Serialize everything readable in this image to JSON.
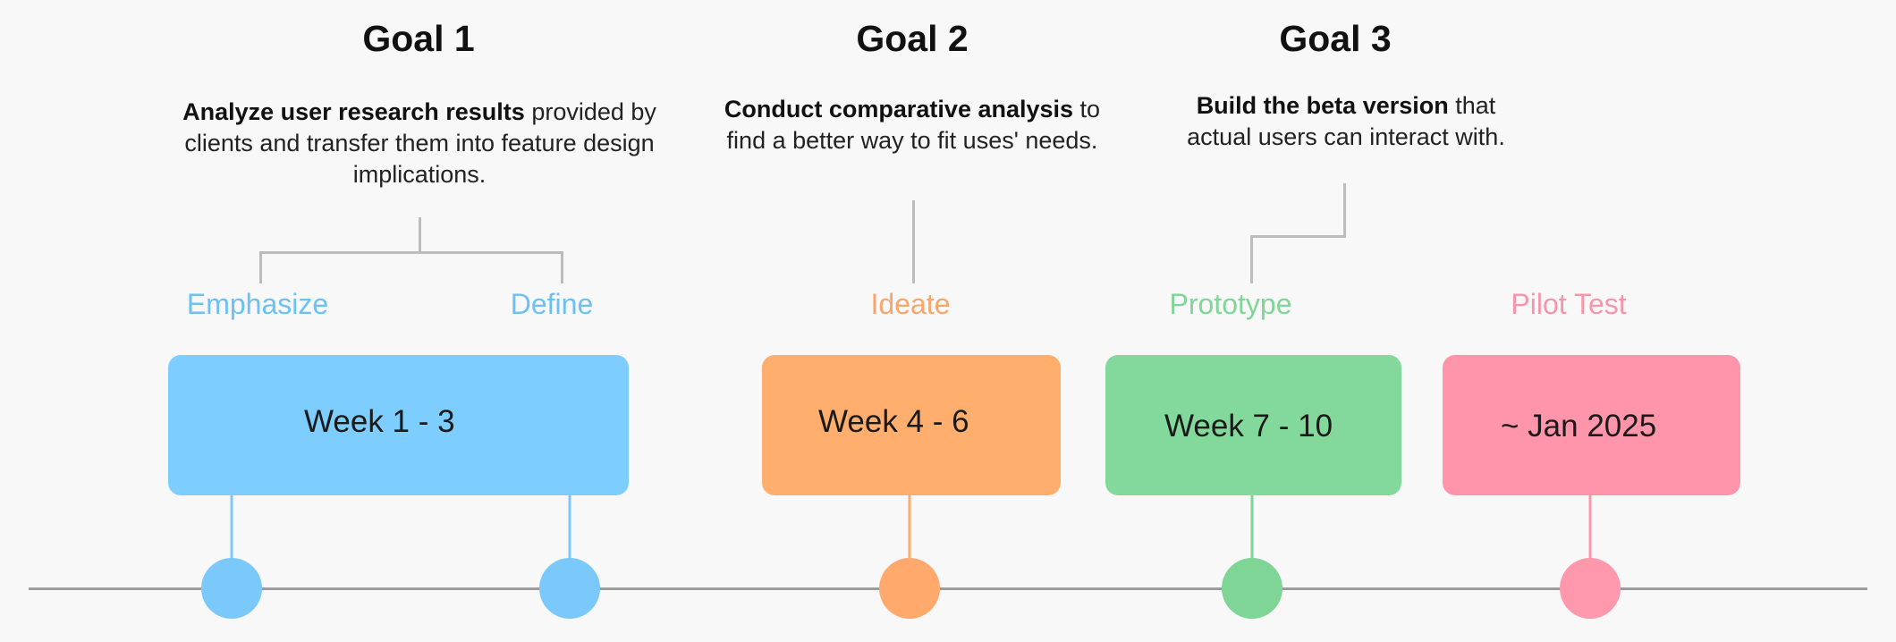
{
  "goals": [
    {
      "title": "Goal 1",
      "desc_bold": "Analyze user research results",
      "desc_rest": " provided by clients and transfer them into feature design implications."
    },
    {
      "title": "Goal 2",
      "desc_bold": "Conduct comparative analysis",
      "desc_rest": " to find a better way to fit uses' needs."
    },
    {
      "title": "Goal 3",
      "desc_bold": "Build the beta version",
      "desc_rest": " that actual users can interact with."
    }
  ],
  "phases": [
    {
      "label": "Emphasize",
      "color": "#6cc1f4"
    },
    {
      "label": "Define",
      "color": "#6cc1f4"
    },
    {
      "label": "Ideate",
      "color": "#f9a66c"
    },
    {
      "label": "Prototype",
      "color": "#80d598"
    },
    {
      "label": "Pilot Test",
      "color": "#f895ab"
    }
  ],
  "cards": [
    {
      "label": "Week 1 - 3",
      "color": "#7dcdff"
    },
    {
      "label": "Week 4 - 6",
      "color": "#ffae6e"
    },
    {
      "label": "Week 7 - 10",
      "color": "#82d99b"
    },
    {
      "label": "~ Jan 2025",
      "color": "#ff95aa"
    }
  ],
  "milestones": [
    {
      "color": "#7bc8fb"
    },
    {
      "color": "#7bc8fb"
    },
    {
      "color": "#ffa96c"
    },
    {
      "color": "#7ed595"
    },
    {
      "color": "#ff98ac"
    }
  ]
}
